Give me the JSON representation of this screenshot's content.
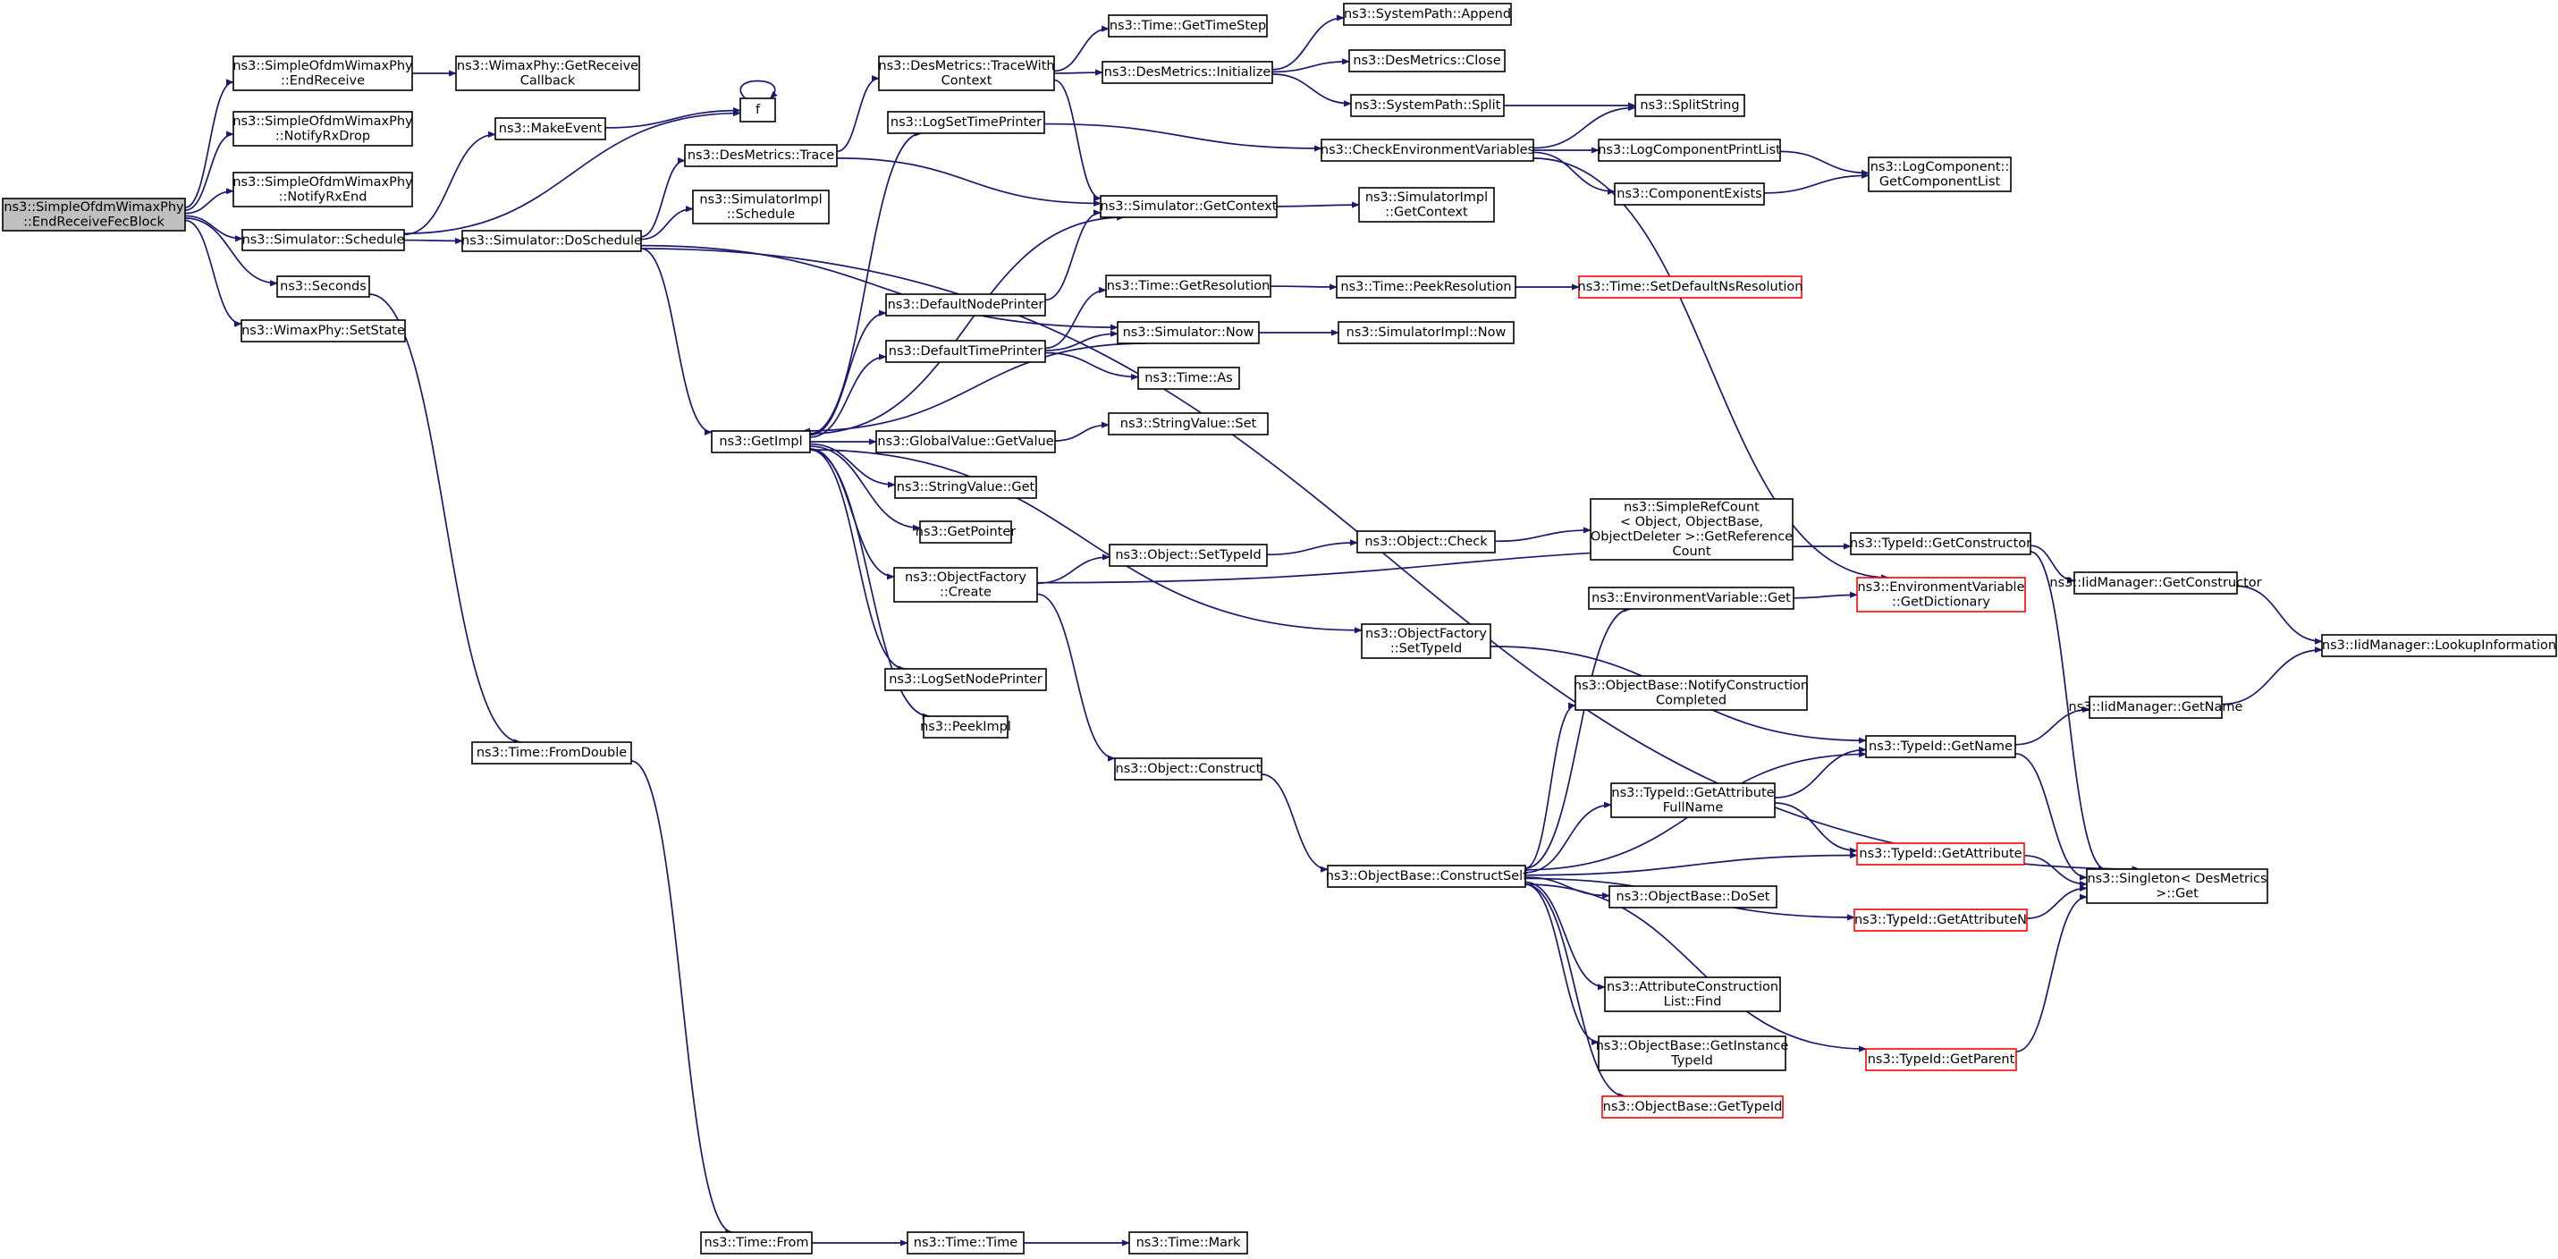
{
  "colors": {
    "edge": "#191970",
    "focus_fill": "#bfbfbf",
    "incomplete_border": "#ff0000",
    "border": "#000000",
    "background": "#ffffff"
  },
  "nodes": [
    {
      "id": "EndReceiveFecBlock",
      "lines": [
        "ns3::SimpleOfdmWimaxPhy",
        "::EndReceiveFecBlock"
      ],
      "focus": true
    },
    {
      "id": "EndReceive",
      "lines": [
        "ns3::SimpleOfdmWimaxPhy",
        "::EndReceive"
      ]
    },
    {
      "id": "NotifyRxDrop",
      "lines": [
        "ns3::SimpleOfdmWimaxPhy",
        "::NotifyRxDrop"
      ]
    },
    {
      "id": "NotifyRxEnd",
      "lines": [
        "ns3::SimpleOfdmWimaxPhy",
        "::NotifyRxEnd"
      ]
    },
    {
      "id": "Schedule",
      "lines": [
        "ns3::Simulator::Schedule"
      ]
    },
    {
      "id": "Seconds",
      "lines": [
        "ns3::Seconds"
      ]
    },
    {
      "id": "SetState",
      "lines": [
        "ns3::WimaxPhy::SetState"
      ]
    },
    {
      "id": "GetReceiveCallback",
      "lines": [
        "ns3::WimaxPhy::GetReceive",
        "Callback"
      ]
    },
    {
      "id": "MakeEvent",
      "lines": [
        "ns3::MakeEvent"
      ]
    },
    {
      "id": "DoSchedule",
      "lines": [
        "ns3::Simulator::DoSchedule"
      ]
    },
    {
      "id": "FromDouble",
      "lines": [
        "ns3::Time::FromDouble"
      ]
    },
    {
      "id": "f",
      "lines": [
        "f"
      ]
    },
    {
      "id": "DesTrace",
      "lines": [
        "ns3::DesMetrics::Trace"
      ]
    },
    {
      "id": "SimImplSchedule",
      "lines": [
        "ns3::SimulatorImpl",
        "::Schedule"
      ]
    },
    {
      "id": "GetImpl",
      "lines": [
        "ns3::GetImpl"
      ]
    },
    {
      "id": "TimeFrom",
      "lines": [
        "ns3::Time::From"
      ]
    },
    {
      "id": "TraceWithContext",
      "lines": [
        "ns3::DesMetrics::TraceWith",
        "Context"
      ]
    },
    {
      "id": "LogSetTimePrinter",
      "lines": [
        "ns3::LogSetTimePrinter"
      ]
    },
    {
      "id": "DefaultNodePrinter",
      "lines": [
        "ns3::DefaultNodePrinter"
      ]
    },
    {
      "id": "DefaultTimePrinter",
      "lines": [
        "ns3::DefaultTimePrinter"
      ]
    },
    {
      "id": "GlobalValueGetValue",
      "lines": [
        "ns3::GlobalValue::GetValue"
      ]
    },
    {
      "id": "StringValueGet",
      "lines": [
        "ns3::StringValue::Get"
      ]
    },
    {
      "id": "GetPointer",
      "lines": [
        "ns3::GetPointer"
      ]
    },
    {
      "id": "ObjectFactoryCreate",
      "lines": [
        "ns3::ObjectFactory",
        "::Create"
      ]
    },
    {
      "id": "LogSetNodePrinter",
      "lines": [
        "ns3::LogSetNodePrinter"
      ]
    },
    {
      "id": "PeekImpl",
      "lines": [
        "ns3::PeekImpl"
      ]
    },
    {
      "id": "TimeTime",
      "lines": [
        "ns3::Time::Time"
      ]
    },
    {
      "id": "GetTimeStep",
      "lines": [
        "ns3::Time::GetTimeStep"
      ]
    },
    {
      "id": "DesInitialize",
      "lines": [
        "ns3::DesMetrics::Initialize"
      ]
    },
    {
      "id": "GetContext",
      "lines": [
        "ns3::Simulator::GetContext"
      ]
    },
    {
      "id": "GetResolution",
      "lines": [
        "ns3::Time::GetResolution"
      ]
    },
    {
      "id": "SimulatorNow",
      "lines": [
        "ns3::Simulator::Now"
      ]
    },
    {
      "id": "TimeAs",
      "lines": [
        "ns3::Time::As"
      ]
    },
    {
      "id": "StringValueSet",
      "lines": [
        "ns3::StringValue::Set"
      ]
    },
    {
      "id": "ObjectSetTypeId",
      "lines": [
        "ns3::Object::SetTypeId"
      ]
    },
    {
      "id": "ObjectConstruct",
      "lines": [
        "ns3::Object::Construct"
      ]
    },
    {
      "id": "TimeMark",
      "lines": [
        "ns3::Time::Mark"
      ]
    },
    {
      "id": "PathAppend",
      "lines": [
        "ns3::SystemPath::Append"
      ]
    },
    {
      "id": "DesClose",
      "lines": [
        "ns3::DesMetrics::Close"
      ]
    },
    {
      "id": "PathSplit",
      "lines": [
        "ns3::SystemPath::Split"
      ]
    },
    {
      "id": "CheckEnv",
      "lines": [
        "ns3::CheckEnvironmentVariables"
      ]
    },
    {
      "id": "SimImplGetContext",
      "lines": [
        "ns3::SimulatorImpl",
        "::GetContext"
      ]
    },
    {
      "id": "PeekResolution",
      "lines": [
        "ns3::Time::PeekResolution"
      ]
    },
    {
      "id": "SimImplNow",
      "lines": [
        "ns3::SimulatorImpl::Now"
      ]
    },
    {
      "id": "ObjectCheck",
      "lines": [
        "ns3::Object::Check"
      ]
    },
    {
      "id": "OFSetTypeId",
      "lines": [
        "ns3::ObjectFactory",
        "::SetTypeId"
      ]
    },
    {
      "id": "ConstructSelf",
      "lines": [
        "ns3::ObjectBase::ConstructSelf"
      ]
    },
    {
      "id": "SplitString",
      "lines": [
        "ns3::SplitString"
      ]
    },
    {
      "id": "LogComponentPrintList",
      "lines": [
        "ns3::LogComponentPrintList"
      ]
    },
    {
      "id": "ComponentExists",
      "lines": [
        "ns3::ComponentExists"
      ]
    },
    {
      "id": "SetDefaultNsResolution",
      "lines": [
        "ns3::Time::SetDefaultNsResolution"
      ],
      "incomplete": true
    },
    {
      "id": "SimpleRefCount",
      "lines": [
        "ns3::SimpleRefCount",
        "< Object, ObjectBase,",
        "ObjectDeleter >::GetReference",
        "Count"
      ]
    },
    {
      "id": "EnvGet",
      "lines": [
        "ns3::EnvironmentVariable::Get"
      ]
    },
    {
      "id": "NotifyConstructionCompleted",
      "lines": [
        "ns3::ObjectBase::NotifyConstruction",
        "Completed"
      ]
    },
    {
      "id": "GetAttributeFullName",
      "lines": [
        "ns3::TypeId::GetAttribute",
        "FullName"
      ]
    },
    {
      "id": "DoSet",
      "lines": [
        "ns3::ObjectBase::DoSet"
      ]
    },
    {
      "id": "AttrConstructionListFind",
      "lines": [
        "ns3::AttributeConstruction",
        "List::Find"
      ]
    },
    {
      "id": "GetInstanceTypeId",
      "lines": [
        "ns3::ObjectBase::GetInstance",
        "TypeId"
      ]
    },
    {
      "id": "ObjectBaseGetTypeId",
      "lines": [
        "ns3::ObjectBase::GetTypeId"
      ],
      "incomplete": true
    },
    {
      "id": "LogComponentGetList",
      "lines": [
        "ns3::LogComponent::",
        "GetComponentList"
      ]
    },
    {
      "id": "EnvGetDictionary",
      "lines": [
        "ns3::EnvironmentVariable",
        "::GetDictionary"
      ],
      "incomplete": true
    },
    {
      "id": "TypeIdGetConstructor",
      "lines": [
        "ns3::TypeId::GetConstructor"
      ]
    },
    {
      "id": "TypeIdGetName",
      "lines": [
        "ns3::TypeId::GetName"
      ]
    },
    {
      "id": "TypeIdGetAttribute",
      "lines": [
        "ns3::TypeId::GetAttribute"
      ],
      "incomplete": true
    },
    {
      "id": "TypeIdGetAttributeN",
      "lines": [
        "ns3::TypeId::GetAttributeN"
      ],
      "incomplete": true
    },
    {
      "id": "TypeIdGetParent",
      "lines": [
        "ns3::TypeId::GetParent"
      ],
      "incomplete": true
    },
    {
      "id": "IidGetConstructor",
      "lines": [
        "ns3::IidManager::GetConstructor"
      ]
    },
    {
      "id": "IidGetName",
      "lines": [
        "ns3::IidManager::GetName"
      ]
    },
    {
      "id": "SingletonGet",
      "lines": [
        "ns3::Singleton< DesMetrics",
        ">::Get"
      ]
    },
    {
      "id": "IidLookupInformation",
      "lines": [
        "ns3::IidManager::LookupInformation"
      ]
    }
  ],
  "edges": [
    [
      "EndReceiveFecBlock",
      "EndReceive"
    ],
    [
      "EndReceiveFecBlock",
      "NotifyRxDrop"
    ],
    [
      "EndReceiveFecBlock",
      "NotifyRxEnd"
    ],
    [
      "EndReceiveFecBlock",
      "Schedule"
    ],
    [
      "EndReceiveFecBlock",
      "Seconds"
    ],
    [
      "EndReceiveFecBlock",
      "SetState"
    ],
    [
      "EndReceive",
      "GetReceiveCallback"
    ],
    [
      "Schedule",
      "MakeEvent"
    ],
    [
      "Schedule",
      "f"
    ],
    [
      "Schedule",
      "DoSchedule"
    ],
    [
      "MakeEvent",
      "f"
    ],
    [
      "f",
      "f"
    ],
    [
      "Seconds",
      "FromDouble"
    ],
    [
      "FromDouble",
      "TimeFrom"
    ],
    [
      "DoSchedule",
      "DesTrace"
    ],
    [
      "DoSchedule",
      "SimImplSchedule"
    ],
    [
      "DoSchedule",
      "GetImpl"
    ],
    [
      "DoSchedule",
      "SimulatorNow"
    ],
    [
      "DoSchedule",
      "SingletonGet"
    ],
    [
      "DesTrace",
      "TraceWithContext"
    ],
    [
      "DesTrace",
      "GetContext"
    ],
    [
      "TraceWithContext",
      "GetTimeStep"
    ],
    [
      "TraceWithContext",
      "DesInitialize"
    ],
    [
      "TraceWithContext",
      "GetContext"
    ],
    [
      "DesInitialize",
      "PathAppend"
    ],
    [
      "DesInitialize",
      "DesClose"
    ],
    [
      "DesInitialize",
      "PathSplit"
    ],
    [
      "PathSplit",
      "SplitString"
    ],
    [
      "GetImpl",
      "LogSetTimePrinter"
    ],
    [
      "GetImpl",
      "GetContext"
    ],
    [
      "GetImpl",
      "DefaultNodePrinter"
    ],
    [
      "GetImpl",
      "DefaultTimePrinter"
    ],
    [
      "GetImpl",
      "GlobalValueGetValue"
    ],
    [
      "GetImpl",
      "StringValueGet"
    ],
    [
      "GetImpl",
      "GetPointer"
    ],
    [
      "GetImpl",
      "ObjectFactoryCreate"
    ],
    [
      "GetImpl",
      "LogSetNodePrinter"
    ],
    [
      "GetImpl",
      "PeekImpl"
    ],
    [
      "GetImpl",
      "OFSetTypeId"
    ],
    [
      "LogSetTimePrinter",
      "CheckEnv"
    ],
    [
      "CheckEnv",
      "SplitString"
    ],
    [
      "CheckEnv",
      "LogComponentPrintList"
    ],
    [
      "CheckEnv",
      "ComponentExists"
    ],
    [
      "CheckEnv",
      "EnvGetDictionary"
    ],
    [
      "LogComponentPrintList",
      "LogComponentGetList"
    ],
    [
      "ComponentExists",
      "LogComponentGetList"
    ],
    [
      "GetContext",
      "SimImplGetContext"
    ],
    [
      "DefaultNodePrinter",
      "GetContext"
    ],
    [
      "DefaultTimePrinter",
      "GetResolution"
    ],
    [
      "DefaultTimePrinter",
      "SimulatorNow"
    ],
    [
      "DefaultTimePrinter",
      "TimeAs"
    ],
    [
      "GetResolution",
      "PeekResolution"
    ],
    [
      "PeekResolution",
      "SetDefaultNsResolution"
    ],
    [
      "SimulatorNow",
      "SimImplNow"
    ],
    [
      "SimulatorNow",
      "GetImpl"
    ],
    [
      "GlobalValueGetValue",
      "StringValueSet"
    ],
    [
      "ObjectFactoryCreate",
      "ObjectSetTypeId"
    ],
    [
      "ObjectFactoryCreate",
      "ObjectConstruct"
    ],
    [
      "ObjectFactoryCreate",
      "TypeIdGetConstructor"
    ],
    [
      "ObjectSetTypeId",
      "ObjectCheck"
    ],
    [
      "ObjectCheck",
      "SimpleRefCount"
    ],
    [
      "OFSetTypeId",
      "TypeIdGetName"
    ],
    [
      "ObjectConstruct",
      "ConstructSelf"
    ],
    [
      "ConstructSelf",
      "EnvGet"
    ],
    [
      "ConstructSelf",
      "NotifyConstructionCompleted"
    ],
    [
      "ConstructSelf",
      "TypeIdGetName"
    ],
    [
      "ConstructSelf",
      "GetAttributeFullName"
    ],
    [
      "ConstructSelf",
      "TypeIdGetAttribute"
    ],
    [
      "ConstructSelf",
      "DoSet"
    ],
    [
      "ConstructSelf",
      "TypeIdGetAttributeN"
    ],
    [
      "ConstructSelf",
      "AttrConstructionListFind"
    ],
    [
      "ConstructSelf",
      "GetInstanceTypeId"
    ],
    [
      "ConstructSelf",
      "ObjectBaseGetTypeId"
    ],
    [
      "ConstructSelf",
      "TypeIdGetParent"
    ],
    [
      "EnvGet",
      "EnvGetDictionary"
    ],
    [
      "GetAttributeFullName",
      "TypeIdGetName"
    ],
    [
      "GetAttributeFullName",
      "TypeIdGetAttribute"
    ],
    [
      "TypeIdGetConstructor",
      "IidGetConstructor"
    ],
    [
      "TypeIdGetConstructor",
      "SingletonGet"
    ],
    [
      "IidGetConstructor",
      "IidLookupInformation"
    ],
    [
      "TypeIdGetName",
      "IidGetName"
    ],
    [
      "TypeIdGetName",
      "SingletonGet"
    ],
    [
      "IidGetName",
      "IidLookupInformation"
    ],
    [
      "TypeIdGetAttribute",
      "SingletonGet"
    ],
    [
      "TypeIdGetAttributeN",
      "SingletonGet"
    ],
    [
      "TypeIdGetParent",
      "SingletonGet"
    ],
    [
      "TimeFrom",
      "TimeTime"
    ],
    [
      "TimeTime",
      "TimeMark"
    ]
  ]
}
